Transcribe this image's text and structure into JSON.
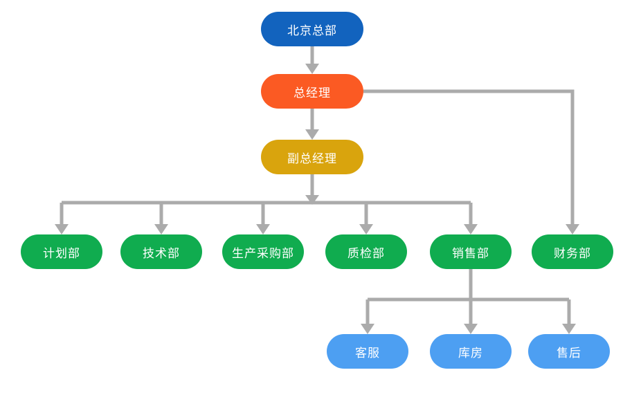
{
  "diagram": {
    "type": "org-chart",
    "background": "#FFFFFF",
    "connector_color": "#ABABAB",
    "text_color": "#FFFFFF",
    "nodes": {
      "hq": {
        "label": "北京总部",
        "color": "#1263BE",
        "level": 1
      },
      "gm": {
        "label": "总经理",
        "color": "#FB5A23",
        "level": 2
      },
      "dgm": {
        "label": "副总经理",
        "color": "#D9A40D",
        "level": 3
      },
      "planning": {
        "label": "计划部",
        "color": "#10AC4F",
        "level": 4
      },
      "tech": {
        "label": "技术部",
        "color": "#10AC4F",
        "level": 4
      },
      "production": {
        "label": "生产采购部",
        "color": "#10AC4F",
        "level": 4
      },
      "qc": {
        "label": "质检部",
        "color": "#10AC4F",
        "level": 4
      },
      "sales": {
        "label": "销售部",
        "color": "#10AC4F",
        "level": 4
      },
      "finance": {
        "label": "财务部",
        "color": "#10AC4F",
        "level": 4
      },
      "service": {
        "label": "客服",
        "color": "#4D9FF2",
        "level": 5
      },
      "warehouse": {
        "label": "库房",
        "color": "#4D9FF2",
        "level": 5
      },
      "aftersales": {
        "label": "售后",
        "color": "#4D9FF2",
        "level": 5
      }
    },
    "edges": [
      {
        "from": "北京总部",
        "to": "总经理"
      },
      {
        "from": "总经理",
        "to": "副总经理"
      },
      {
        "from": "总经理",
        "to": "财务部"
      },
      {
        "from": "副总经理",
        "to": "计划部"
      },
      {
        "from": "副总经理",
        "to": "技术部"
      },
      {
        "from": "副总经理",
        "to": "生产采购部"
      },
      {
        "from": "副总经理",
        "to": "质检部"
      },
      {
        "from": "副总经理",
        "to": "销售部"
      },
      {
        "from": "销售部",
        "to": "客服"
      },
      {
        "from": "销售部",
        "to": "库房"
      },
      {
        "from": "销售部",
        "to": "售后"
      }
    ]
  }
}
